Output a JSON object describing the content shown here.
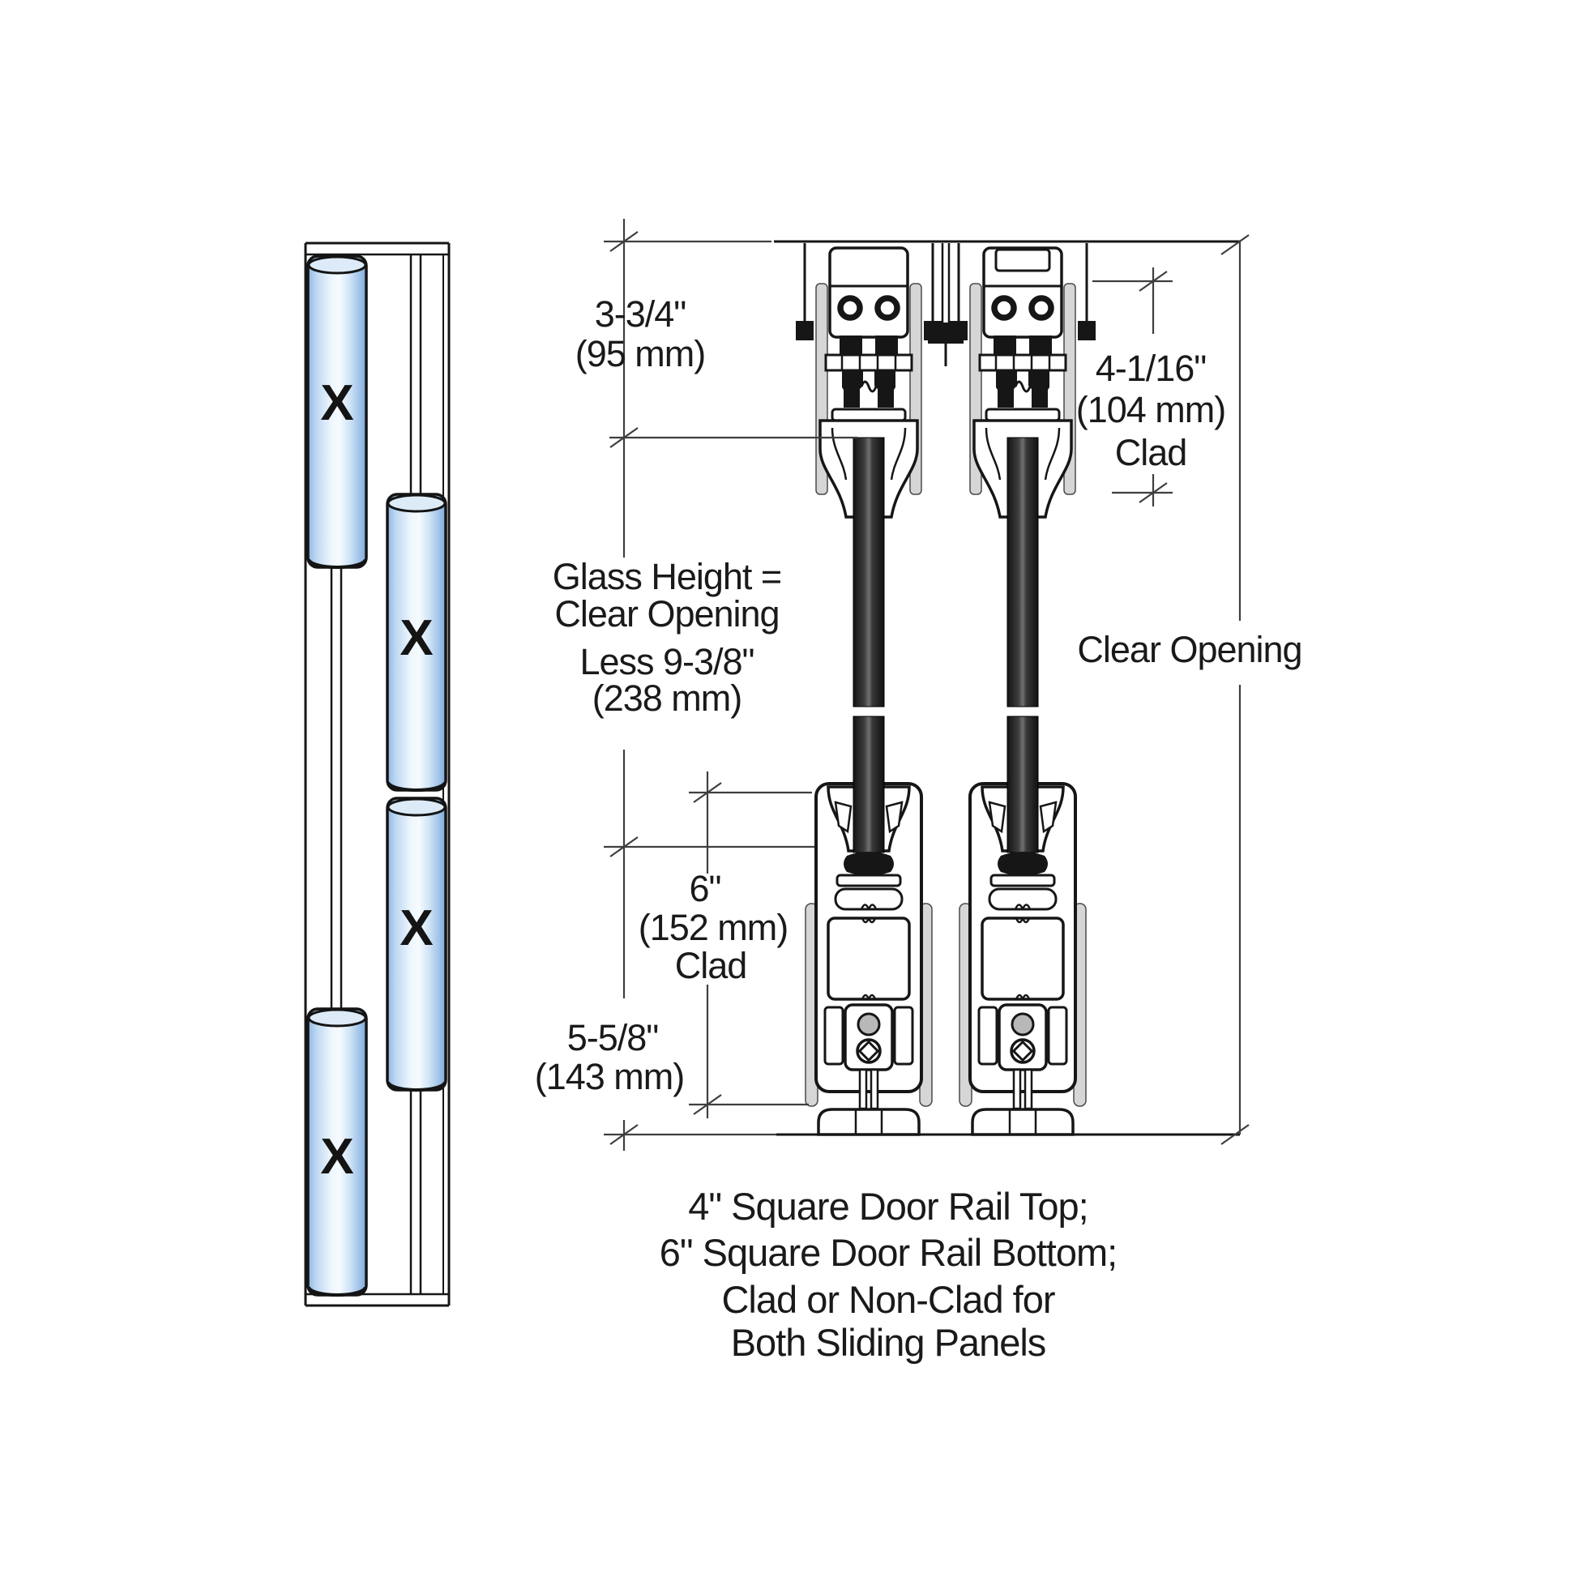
{
  "title": "Sliding Door Panel Rail Sections Diagram",
  "colors": {
    "line": "#161616",
    "dimension_line": "#3f3f3f",
    "glass_blue_light": "#f2f8fd",
    "glass_blue_mid": "#bdd8f2",
    "glass_blue_dark": "#7ea9d8",
    "glass_section_dark": "#1f1f1f",
    "clad_gray": "#d6d6d6",
    "background": "#ffffff"
  },
  "elevation": {
    "panel_markers": [
      "X",
      "X",
      "X",
      "X"
    ]
  },
  "dimensions": {
    "top_left": {
      "value": "3-3/4\"",
      "metric": "(95 mm)"
    },
    "top_right": {
      "value": "4-1/16\"",
      "metric": "(104 mm)",
      "note": "Clad"
    },
    "glass_height": {
      "line1": "Glass Height =",
      "line2": "Clear Opening",
      "line3": "Less 9-3/8\"",
      "line4": "(238 mm)"
    },
    "clear_opening": {
      "label": "Clear Opening"
    },
    "bottom_mid": {
      "value": "6\"",
      "metric": "(152 mm)",
      "note": "Clad"
    },
    "bottom_left": {
      "value": "5-5/8\"",
      "metric": "(143 mm)"
    }
  },
  "caption": {
    "line1": "4\" Square Door Rail Top;",
    "line2": "6\" Square Door Rail Bottom;",
    "line3": "Clad or Non-Clad for",
    "line4": "Both Sliding Panels"
  }
}
